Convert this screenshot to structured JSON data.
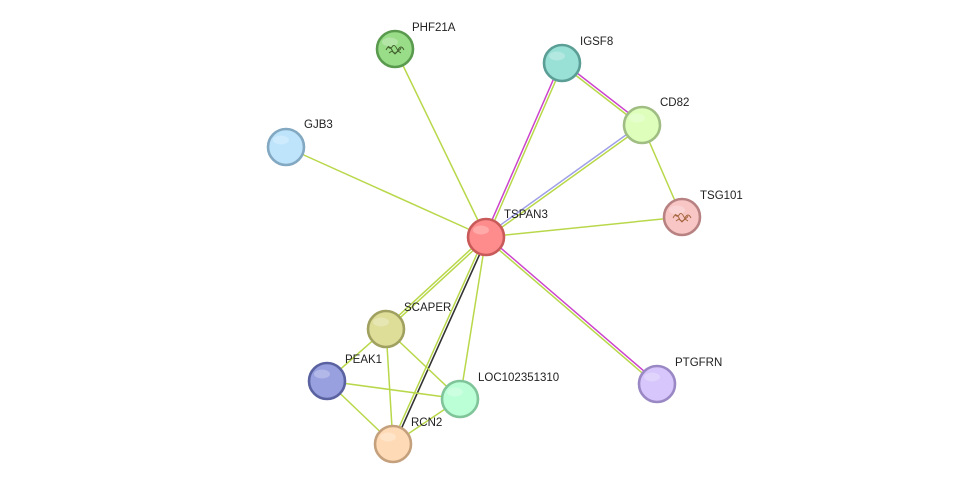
{
  "network": {
    "nodes": [
      {
        "id": "TSPAN3",
        "label": "TSPAN3",
        "fill": "#ff8c8c",
        "stroke": "#c85a5a"
      },
      {
        "id": "PHF21A",
        "label": "PHF21A",
        "fill": "#99dd88",
        "stroke": "#5a9a4e",
        "has_structure_icon": true
      },
      {
        "id": "IGSF8",
        "label": "IGSF8",
        "fill": "#99e0d6",
        "stroke": "#5a9e96"
      },
      {
        "id": "CD82",
        "label": "CD82",
        "fill": "#ddffbb",
        "stroke": "#a0bd84"
      },
      {
        "id": "GJB3",
        "label": "GJB3",
        "fill": "#bde4fb",
        "stroke": "#82a8c2"
      },
      {
        "id": "TSG101",
        "label": "TSG101",
        "fill": "#f9c6c6",
        "stroke": "#b88282",
        "has_structure_icon": true
      },
      {
        "id": "SCAPER",
        "label": "SCAPER",
        "fill": "#dede99",
        "stroke": "#a0a060"
      },
      {
        "id": "PEAK1",
        "label": "PEAK1",
        "fill": "#98a0e0",
        "stroke": "#5a62a0"
      },
      {
        "id": "LOC102351310",
        "label": "LOC102351310",
        "fill": "#bbffd6",
        "stroke": "#80c49a"
      },
      {
        "id": "RCN2",
        "label": "RCN2",
        "fill": "#fedbb6",
        "stroke": "#c4a07c"
      },
      {
        "id": "PTGFRN",
        "label": "PTGFRN",
        "fill": "#d6c6fb",
        "stroke": "#9a88c4"
      }
    ],
    "edges": [
      {
        "source": "TSPAN3",
        "target": "PHF21A",
        "colors": [
          "#b8d84a"
        ]
      },
      {
        "source": "TSPAN3",
        "target": "GJB3",
        "colors": [
          "#b8d84a"
        ]
      },
      {
        "source": "TSPAN3",
        "target": "IGSF8",
        "colors": [
          "#cc44cc",
          "#b8d84a"
        ]
      },
      {
        "source": "TSPAN3",
        "target": "CD82",
        "colors": [
          "#9fa0e8",
          "#b8d84a"
        ]
      },
      {
        "source": "TSPAN3",
        "target": "TSG101",
        "colors": [
          "#b8d84a"
        ]
      },
      {
        "source": "TSPAN3",
        "target": "SCAPER",
        "colors": [
          "#b8d84a",
          "#b8d84a"
        ]
      },
      {
        "source": "TSPAN3",
        "target": "LOC102351310",
        "colors": [
          "#b8d84a"
        ]
      },
      {
        "source": "TSPAN3",
        "target": "RCN2",
        "colors": [
          "#333333",
          "#b8d84a"
        ]
      },
      {
        "source": "TSPAN3",
        "target": "PTGFRN",
        "colors": [
          "#cc44cc",
          "#b8d84a"
        ]
      },
      {
        "source": "IGSF8",
        "target": "CD82",
        "colors": [
          "#cc44cc",
          "#b8d84a"
        ]
      },
      {
        "source": "CD82",
        "target": "TSG101",
        "colors": [
          "#b8d84a"
        ]
      },
      {
        "source": "SCAPER",
        "target": "PEAK1",
        "colors": [
          "#b8d84a"
        ]
      },
      {
        "source": "SCAPER",
        "target": "LOC102351310",
        "colors": [
          "#b8d84a"
        ]
      },
      {
        "source": "SCAPER",
        "target": "RCN2",
        "colors": [
          "#b8d84a"
        ]
      },
      {
        "source": "PEAK1",
        "target": "LOC102351310",
        "colors": [
          "#b8d84a"
        ]
      },
      {
        "source": "PEAK1",
        "target": "RCN2",
        "colors": [
          "#b8d84a"
        ]
      },
      {
        "source": "LOC102351310",
        "target": "RCN2",
        "colors": [
          "#b8d84a"
        ]
      }
    ]
  }
}
